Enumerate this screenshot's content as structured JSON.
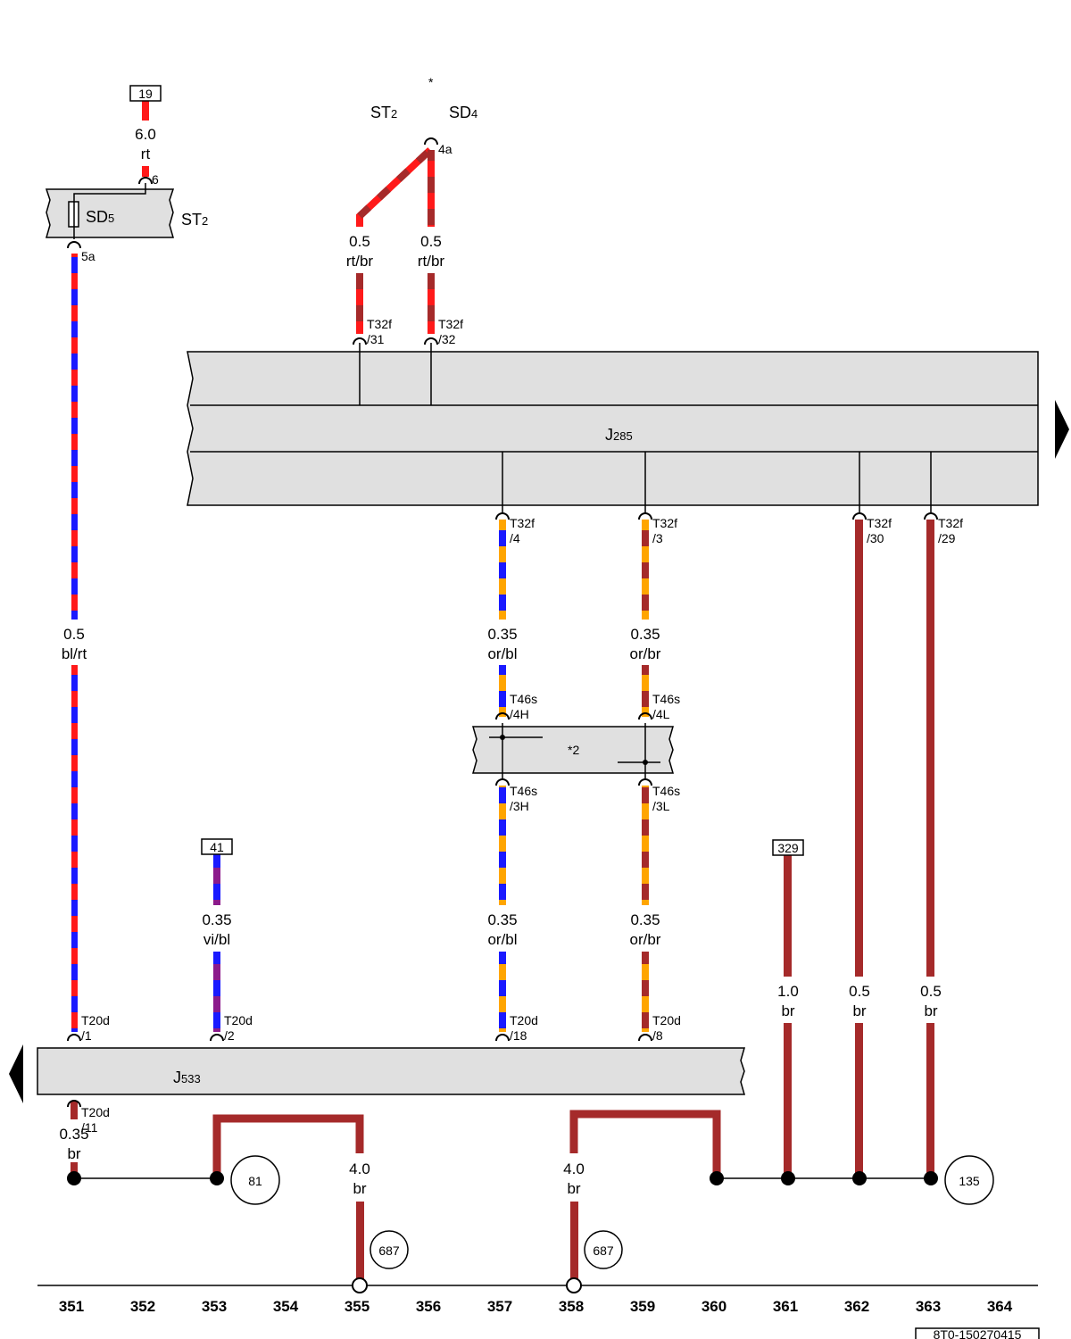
{
  "diagram": {
    "doc_id": "8T0-150270415",
    "columns": [
      "351",
      "352",
      "353",
      "354",
      "355",
      "356",
      "357",
      "358",
      "359",
      "360",
      "361",
      "362",
      "363",
      "364"
    ],
    "components": {
      "fuse_box": {
        "label": "SD",
        "label_sub": "5",
        "housing": "ST",
        "housing_sub": "2"
      },
      "fuse_top": {
        "label_a": "ST",
        "label_a_sub": "2",
        "label_b": "SD",
        "label_b_sub": "4",
        "star": "*"
      },
      "control_unit_upper": {
        "label": "J",
        "label_sub": "285"
      },
      "control_unit_lower": {
        "label": "J",
        "label_sub": "533"
      },
      "intermediate": {
        "label": "*2"
      }
    },
    "refs": {
      "r19": "19",
      "r41": "41",
      "r329": "329"
    },
    "circles": {
      "c81": "81",
      "c687a": "687",
      "c687b": "687",
      "c135": "135"
    },
    "pins": {
      "p6": "6",
      "p5a": "5a",
      "p4a": "4a",
      "t31a": "T32f",
      "t31b": "/31",
      "t32a": "T32f",
      "t32b": "/32",
      "t4a": "T32f",
      "t4b": "/4",
      "t3a": "T32f",
      "t3b": "/3",
      "t30a": "T32f",
      "t30b": "/30",
      "t29a": "T32f",
      "t29b": "/29",
      "t4Ha": "T46s",
      "t4Hb": "/4H",
      "t4La": "T46s",
      "t4Lb": "/4L",
      "t3Ha": "T46s",
      "t3Hb": "/3H",
      "t3La": "T46s",
      "t3Lb": "/3L",
      "d1a": "T20d",
      "d1b": "/1",
      "d2a": "T20d",
      "d2b": "/2",
      "d18a": "T20d",
      "d18b": "/18",
      "d8a": "T20d",
      "d8b": "/8",
      "d11a": "T20d",
      "d11b": "/11"
    },
    "wires": {
      "w_rt": {
        "size": "6.0",
        "color": "rt"
      },
      "w_blrt": {
        "size": "0.5",
        "color": "bl/rt"
      },
      "w_rtbr1": {
        "size": "0.5",
        "color": "rt/br"
      },
      "w_rtbr2": {
        "size": "0.5",
        "color": "rt/br"
      },
      "w_orbl1": {
        "size": "0.35",
        "color": "or/bl"
      },
      "w_orbr1": {
        "size": "0.35",
        "color": "or/br"
      },
      "w_orbl2": {
        "size": "0.35",
        "color": "or/bl"
      },
      "w_orbr2": {
        "size": "0.35",
        "color": "or/br"
      },
      "w_vibl": {
        "size": "0.35",
        "color": "vi/bl"
      },
      "w_br035": {
        "size": "0.35",
        "color": "br"
      },
      "w_br40a": {
        "size": "4.0",
        "color": "br"
      },
      "w_br40b": {
        "size": "4.0",
        "color": "br"
      },
      "w_br10": {
        "size": "1.0",
        "color": "br"
      },
      "w_br05a": {
        "size": "0.5",
        "color": "br"
      },
      "w_br05b": {
        "size": "0.5",
        "color": "br"
      }
    },
    "wire_colors": {
      "rt": "#ff1a1a",
      "bl": "#1a1aff",
      "br": "#a52a2a",
      "or": "#ffa500",
      "vi": "#8b1a8b"
    }
  }
}
